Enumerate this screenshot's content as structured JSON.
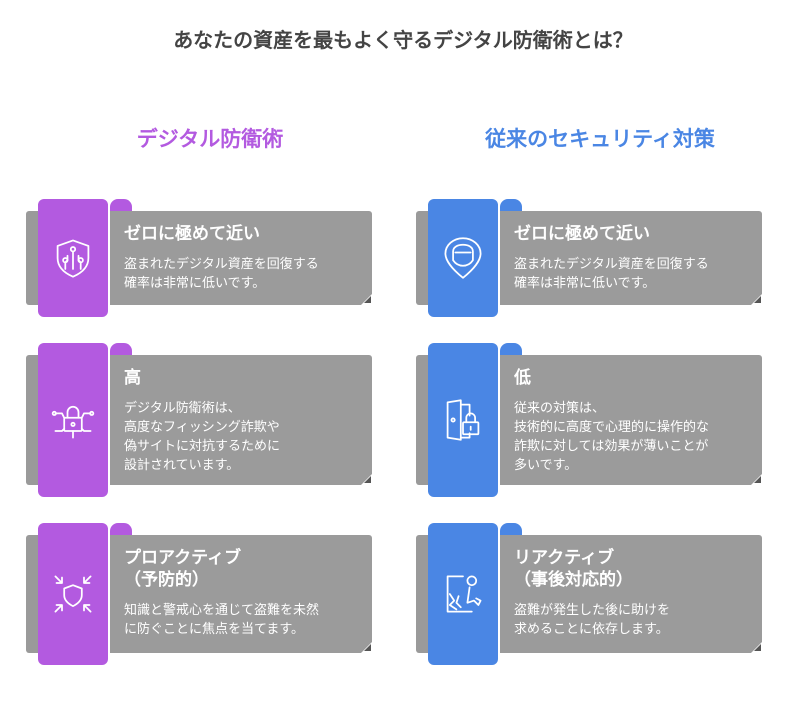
{
  "title": "あなたの資産を最もよく守るデジタル防衛術とは？",
  "colors": {
    "left": "#b35ae0",
    "right": "#4a86e4",
    "card": "#9b9b9b"
  },
  "columns": [
    {
      "title": "デジタル防衛術",
      "cards": [
        {
          "icon": "shield-circuit-icon",
          "heading": "ゼロに極めて近い",
          "text": "盗まれたデジタル資産を回復する\n確率は非常に低いです。"
        },
        {
          "icon": "lock-network-icon",
          "heading": "高",
          "text": "デジタル防衛術は、\n高度なフィッシング詐欺や\n偽サイトに対抗するために\n設計されています。"
        },
        {
          "icon": "shield-arrows-icon",
          "heading": "プロアクティブ\n（予防的）",
          "text": "知識と警戒心を通じて盗難を未然\nに防ぐことに焦点を当てます。"
        }
      ]
    },
    {
      "title": "従来のセキュリティ対策",
      "cards": [
        {
          "icon": "thief-mask-icon",
          "heading": "ゼロに極めて近い",
          "text": "盗まれたデジタル資産を回復する\n確率は非常に低いです。"
        },
        {
          "icon": "door-lock-icon",
          "heading": "低",
          "text": "従来の対策は、\n技術的に高度で心理的に操作的な\n詐欺に対しては効果が薄いことが\n多いです。"
        },
        {
          "icon": "fleeing-thief-icon",
          "heading": "リアクティブ\n（事後対応的）",
          "text": "盗難が発生した後に助けを\n求めることに依存します。"
        }
      ]
    }
  ]
}
